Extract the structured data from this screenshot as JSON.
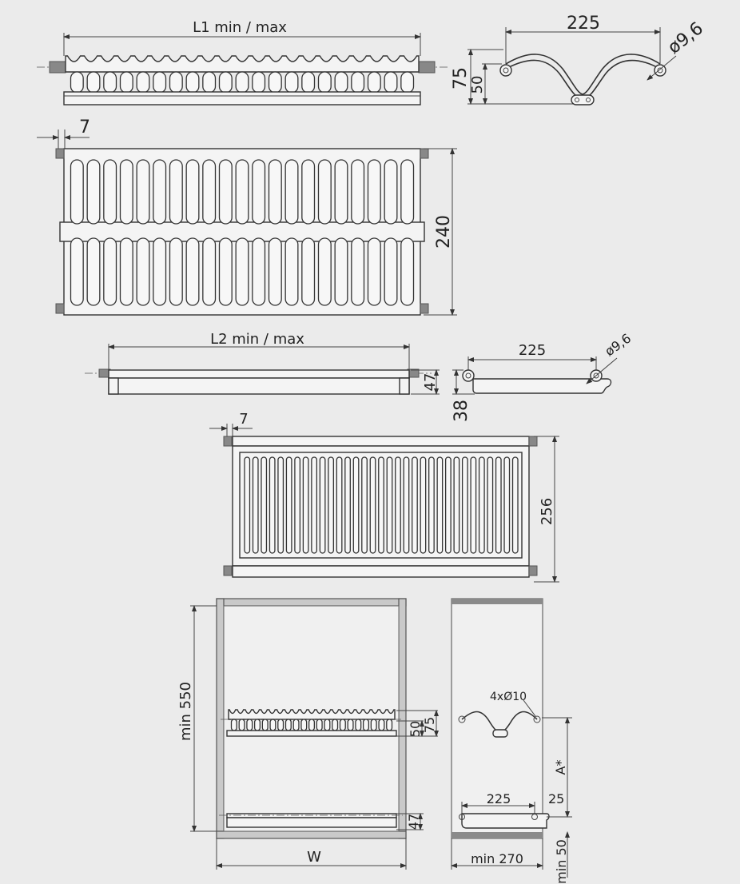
{
  "top_view": {
    "length_label": "L1 min / max",
    "offset_label": "7",
    "depth_label": "240"
  },
  "side_wave_view": {
    "width_label": "225",
    "height_outer_label": "75",
    "height_inner_label": "50",
    "diameter_label": "ø9,6"
  },
  "tray_view": {
    "length_label": "L2 min / max",
    "height_label": "47"
  },
  "tray_profile_view": {
    "width_label": "225",
    "diameter_label": "ø9,6",
    "height_label": "38"
  },
  "tray_top_view": {
    "offset_label": "7",
    "depth_label": "256"
  },
  "cabinet_front_view": {
    "height_label": "min  550",
    "rack_inner_label": "50",
    "rack_outer_label": "75",
    "tray_label": "47",
    "width_label": "W"
  },
  "cabinet_side_view": {
    "holes_label": "4xØ10",
    "a_label": "A*",
    "tray_width_label": "225",
    "tray_offset_label": "25",
    "depth_label": "min  270",
    "bottom_label": "min  50"
  }
}
